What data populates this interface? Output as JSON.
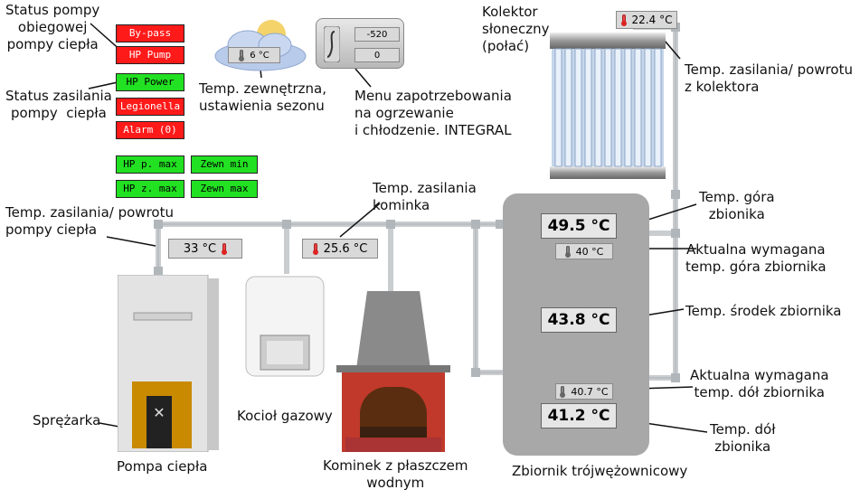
{
  "annotations": {
    "status_pompy": "Status pompy\nobiegowej\npompy ciepła",
    "status_zasilania": "Status zasilania\npompy  ciepła",
    "temp_zewn": "Temp. zewnętrzna,\nustawienia sezonu",
    "menu_zapotrz": "Menu zapotrzebowania\nna ogrzewanie\ni chłodzenie. INTEGRAL",
    "kolektor": "Kolektor\nsłoneczny\n(połać)",
    "temp_kolektora": "Temp. zasilania/ powrotu\nz kolektora",
    "temp_pompy": "Temp. zasilania/ powrotu\npompy ciepła",
    "temp_kominka": "Temp. zasilania\nkominka",
    "temp_gora": "Temp. góra\nzbionika",
    "wymagana_gora": "Aktualna wymagana\ntemp. góra zbiornika",
    "temp_srodek": "Temp. środek zbiornika",
    "wymagana_dol": "Aktualna wymagana\ntemp. dół zbiornika",
    "temp_dol": "Temp. dół\nzbionika",
    "sprezarka": "Sprężarka",
    "pompa_ciepla": "Pompa ciepła",
    "kociol": "Kocioł gazowy",
    "kominek": "Kominek z płaszczem\nwodnym",
    "zbiornik": "Zbiornik trójwężownicowy"
  },
  "buttons": {
    "bypass": "By-pass",
    "hp_pump": "HP Pump",
    "hp_power": "HP Power",
    "legionella": "Legionella",
    "alarm": "Alarm (0)",
    "hp_p_max": "HP p. max",
    "zewn_min": "Zewn min",
    "hp_z_max": "HP z. max",
    "zewn_max": "Zewn max"
  },
  "readings": {
    "outdoor": "6 °C",
    "menu_top": "-520",
    "menu_bottom": "0",
    "collector": "22.4 °C",
    "hp_pipe": "33 °C",
    "fireplace_pipe": "25.6 °C",
    "tank_top": "49.5 °C",
    "tank_top_req": "40 °C",
    "tank_mid": "43.8 °C",
    "tank_bottom_req": "40.7 °C",
    "tank_bottom": "41.2 °C"
  },
  "colors": {
    "status_red": "#ff1a1a",
    "status_green": "#22e022",
    "pipe": "#c8cccf"
  }
}
